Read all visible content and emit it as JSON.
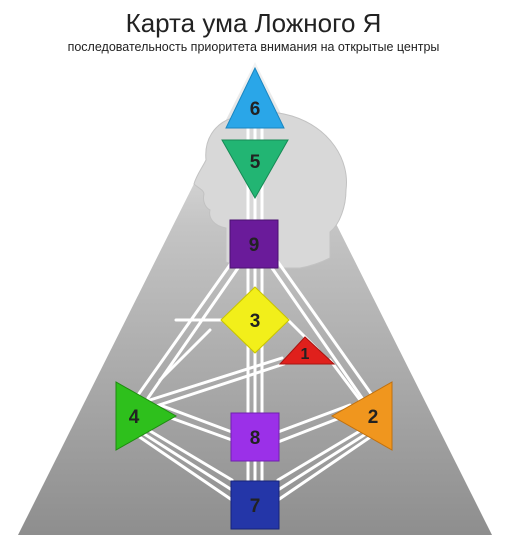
{
  "title": "Карта ума Ложного Я",
  "subtitle": "последовательность приоритета внимания на открытые центры",
  "centers": {
    "head": "6",
    "ajna": "5",
    "throat": "9",
    "g": "3",
    "heart": "1",
    "spleen": "4",
    "solar_plexus": "2",
    "sacral": "8",
    "root": "7"
  },
  "colors": {
    "head": "#2aa6e8",
    "ajna": "#22b573",
    "throat": "#6a1b9a",
    "g": "#f2ef1a",
    "heart": "#e0201c",
    "spleen": "#2ec01c",
    "solar_plexus": "#f0961e",
    "sacral": "#9b30e8",
    "root": "#2436a8",
    "triangle": "#9a9a9a",
    "silhouette": "#d9d9d9"
  }
}
